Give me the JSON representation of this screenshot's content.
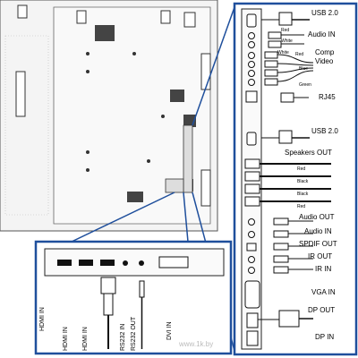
{
  "right_panel": {
    "labels": {
      "usb_top": "USB 2.0",
      "audio_in_top": "Audio IN",
      "comp_line1": "Comp",
      "comp_line2": "Video",
      "rj45": "RJ45",
      "usb_mid": "USB 2.0",
      "speakers_out": "Speakers OUT",
      "audio_out": "Audio OUT",
      "audio_in_mid": "Audio IN",
      "spdif_out": "SPDIF OUT",
      "ir_out": "IR OUT",
      "ir_in": "IR IN",
      "vga_in": "VGA IN",
      "dp_out": "DP OUT",
      "dp_in": "DP IN"
    },
    "wire_labels": {
      "audio_red": "Red",
      "audio_white": "White",
      "comp_white": "White",
      "comp_red": "Red",
      "comp_blue": "Blue",
      "comp_green": "Green",
      "spk_red_1": "Red",
      "spk_black_1": "Black",
      "spk_black_2": "Black",
      "spk_red_2": "Red"
    }
  },
  "bottom_panel": {
    "port_labels": [
      "HDMI IN",
      "HDMI IN",
      "HDMI IN",
      "RS232 IN",
      "RS232 OUT",
      "DVI IN"
    ]
  },
  "watermark": "www.1k.by"
}
